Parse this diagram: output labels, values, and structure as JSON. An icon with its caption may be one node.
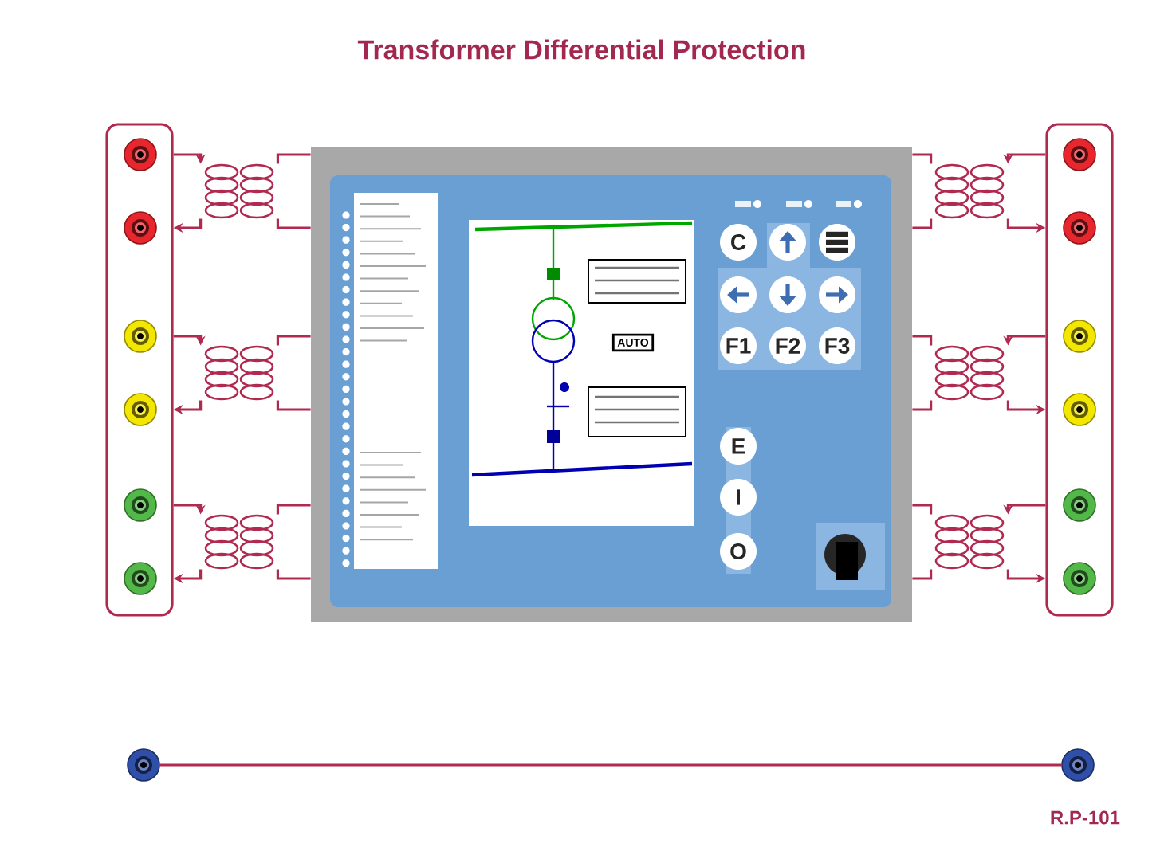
{
  "diagram": {
    "title": "Transformer Differential Protection",
    "nodes": [
      {
        "text": [],
        "shape": "box"
      },
      {
        "text": [],
        "shape": "circle",
        "in": 0
      },
      {
        "text": [],
        "shape": "circle",
        "in": 0
      },
      {
        "text": [],
        "shape": "circle",
        "in": 0
      },
      {
        "text": [],
        "shape": "circle",
        "in": 0
      },
      {
        "text": [],
        "shape": "circle",
        "in": 0
      },
      {
        "text": [],
        "shape": "circle",
        "in": 0
      },
      {
        "text": [],
        "shape": "box"
      },
      {
        "text": [],
        "shape": "circle",
        "in": 7
      },
      {
        "text": [],
        "shape": "circle",
        "in": 7
      },
      {
        "text": [],
        "shape": "circle",
        "in": 7
      },
      {
        "text": [],
        "shape": "circle",
        "in": 7
      },
      {
        "text": [],
        "shape": "circle",
        "in": 7
      },
      {
        "text": [],
        "shape": "circle",
        "in": 7
      },
      {
        "text": [],
        "shape": "circle"
      },
      {
        "text": [],
        "shape": "circle"
      },
      {
        "text": [],
        "shape": "coil"
      },
      {
        "text": [],
        "shape": "coil"
      },
      {
        "text": [],
        "shape": "coil"
      },
      {
        "text": [],
        "shape": "coil"
      },
      {
        "text": [],
        "shape": "coil"
      },
      {
        "text": [],
        "shape": "coil"
      },
      {
        "text": [],
        "shape": "box"
      },
      {
        "text": [
          "AUTO"
        ],
        "in": 22
      },
      {
        "text": [
          "C"
        ],
        "in": 22
      },
      {
        "text": [],
        "shape": "circle",
        "in": 22
      },
      {
        "text": [],
        "shape": "circle",
        "in": 22
      },
      {
        "text": [],
        "shape": "circle",
        "in": 22
      },
      {
        "text": [],
        "shape": "circle",
        "in": 22
      },
      {
        "text": [],
        "shape": "circle",
        "in": 22
      },
      {
        "text": [
          "F1"
        ],
        "in": 22
      },
      {
        "text": [
          "F2"
        ],
        "in": 22
      },
      {
        "text": [
          "F3"
        ],
        "in": 22
      },
      {
        "text": [
          "E"
        ],
        "in": 22
      },
      {
        "text": [
          "I"
        ],
        "in": 22
      },
      {
        "text": [
          "O"
        ],
        "in": 22
      }
    ],
    "edges": [
      {
        "from": 1,
        "to": 16,
        "arrow": "to"
      },
      {
        "from": 16,
        "to": 2,
        "arrow": "to"
      },
      {
        "from": 16,
        "to": 22,
        "arrow": "none"
      },
      {
        "from": 16,
        "to": 22,
        "arrow": "none"
      },
      {
        "from": 3,
        "to": 17,
        "arrow": "to"
      },
      {
        "from": 17,
        "to": 4,
        "arrow": "to"
      },
      {
        "from": 17,
        "to": 22,
        "arrow": "none"
      },
      {
        "from": 17,
        "to": 22,
        "arrow": "none"
      },
      {
        "from": 5,
        "to": 18,
        "arrow": "to"
      },
      {
        "from": 18,
        "to": 6,
        "arrow": "to"
      },
      {
        "from": 18,
        "to": 22,
        "arrow": "none"
      },
      {
        "from": 18,
        "to": 22,
        "arrow": "none"
      },
      {
        "from": 8,
        "to": 19,
        "arrow": "to"
      },
      {
        "from": 19,
        "to": 9,
        "arrow": "to"
      },
      {
        "from": 19,
        "to": 22,
        "arrow": "none"
      },
      {
        "from": 19,
        "to": 22,
        "arrow": "none"
      },
      {
        "from": 10,
        "to": 20,
        "arrow": "to"
      },
      {
        "from": 20,
        "to": 11,
        "arrow": "to"
      },
      {
        "from": 20,
        "to": 22,
        "arrow": "none"
      },
      {
        "from": 20,
        "to": 22,
        "arrow": "none"
      },
      {
        "from": 12,
        "to": 21,
        "arrow": "to"
      },
      {
        "from": 21,
        "to": 13,
        "arrow": "to"
      },
      {
        "from": 21,
        "to": 22,
        "arrow": "none"
      },
      {
        "from": 21,
        "to": 22,
        "arrow": "none"
      },
      {
        "from": 14,
        "to": 15,
        "arrow": "none"
      }
    ],
    "labels": [
      "R.P-101"
    ]
  }
}
